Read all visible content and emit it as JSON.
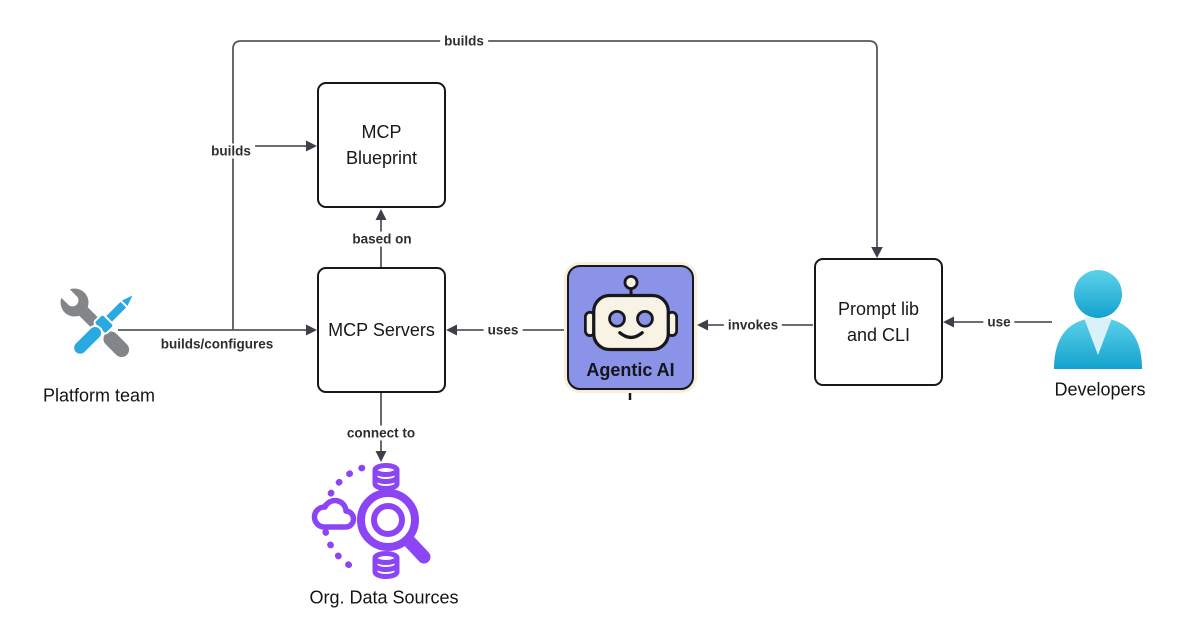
{
  "colors": {
    "line": "#55585d",
    "arrowhead": "#3d4147",
    "box_border": "#17171c",
    "box_fill": "#ffffff",
    "agentic_fill": "#8a93e8",
    "agentic_halo": "#f7efdc",
    "robot_face": "#f9f3e6",
    "tool_blue": "#29a9e1",
    "tool_gray": "#828689",
    "person_cyan_light": "#5ed1ea",
    "person_cyan_dark": "#13a2cc",
    "person_vneck": "#d9f1f8",
    "data_purple": "#8b45f5",
    "text": "#17171c",
    "edge_label_text": "#2e2e32"
  },
  "nodes": {
    "mcp_blueprint": {
      "label": "MCP\nBlueprint",
      "type": "box"
    },
    "mcp_servers": {
      "label": "MCP Servers",
      "type": "box"
    },
    "agentic_ai": {
      "label": "Agentic AI",
      "type": "highlight-box",
      "icon": "robot-icon"
    },
    "prompt_lib": {
      "label": "Prompt lib\nand CLI",
      "type": "box"
    },
    "platform_team": {
      "label": "Platform team",
      "type": "actor",
      "icon": "wrench-screwdriver-icon"
    },
    "developers": {
      "label": "Developers",
      "type": "actor",
      "icon": "person-icon"
    },
    "org_data_sources": {
      "label": "Org. Data Sources",
      "type": "actor",
      "icon": "data-discovery-icon"
    }
  },
  "edges": {
    "builds_top": {
      "label": "builds",
      "from": "platform_team",
      "to": "prompt_lib"
    },
    "builds_blueprint": {
      "label": "builds",
      "from": "platform_team",
      "to": "mcp_blueprint"
    },
    "based_on": {
      "label": "based on",
      "from": "mcp_servers",
      "to": "mcp_blueprint"
    },
    "builds_configures": {
      "label": "builds/configures",
      "from": "platform_team",
      "to": "mcp_servers"
    },
    "uses": {
      "label": "uses",
      "from": "agentic_ai",
      "to": "mcp_servers"
    },
    "invokes": {
      "label": "invokes",
      "from": "prompt_lib",
      "to": "agentic_ai"
    },
    "use": {
      "label": "use",
      "from": "developers",
      "to": "prompt_lib"
    },
    "connect_to": {
      "label": "connect to",
      "from": "mcp_servers",
      "to": "org_data_sources"
    }
  }
}
